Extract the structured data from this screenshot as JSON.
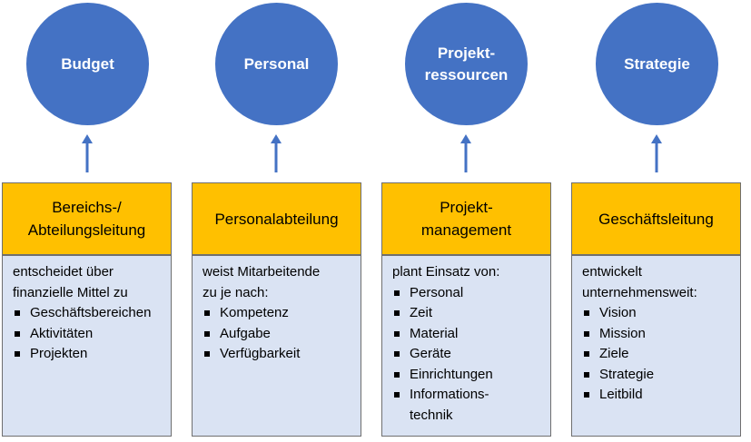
{
  "columns": [
    {
      "circle": "Budget",
      "header": "Bereichs-/\nAbteilungsleitung",
      "intro": "entscheidet über\nfinanzielle Mittel zu",
      "items": [
        "Geschäftsbereichen",
        "Aktivitäten",
        "Projekten"
      ]
    },
    {
      "circle": "Personal",
      "header": "Personalabteilung",
      "intro": "weist Mitarbeitende\nzu je nach:",
      "items": [
        "Kompetenz",
        "Aufgabe",
        "Verfügbarkeit"
      ]
    },
    {
      "circle": "Projekt-\nressourcen",
      "header": "Projekt-\nmanagement",
      "intro": "plant Einsatz von:",
      "items": [
        "Personal",
        "Zeit",
        "Material",
        "Geräte",
        "Einrichtungen",
        "Informations-\ntechnik"
      ]
    },
    {
      "circle": "Strategie",
      "header": "Geschäftsleitung",
      "intro": "entwickelt\nunternehmensweit:",
      "items": [
        "Vision",
        "Mission",
        "Ziele",
        "Strategie",
        "Leitbild"
      ]
    }
  ],
  "colors": {
    "circle": "#4472c4",
    "arrow": "#4472c4",
    "header": "#ffc000",
    "body": "#dae3f3"
  }
}
